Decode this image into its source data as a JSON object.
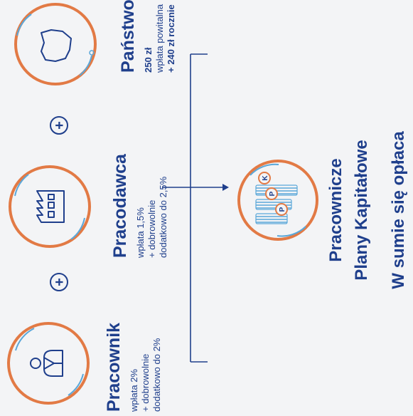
{
  "groups": [
    {
      "id": "pracownik",
      "title": "Pracownik",
      "lines": [
        "wpłata 2%",
        "+ dobrowolnie",
        "dodatkowo do 2%"
      ],
      "icon": "person-icon"
    },
    {
      "id": "pracodawca",
      "title": "Pracodawca",
      "lines": [
        "wpłata 1,5%",
        "+ dobrowolnie",
        "dodatkowo do 2,5%"
      ],
      "icon": "factory-icon"
    },
    {
      "id": "panstwo",
      "title": "Państwo",
      "lines": [
        "250 zł",
        "wpłata powitalna",
        "+ 240 zł rocznie"
      ],
      "icon": "map-icon"
    }
  ],
  "plus_symbol": "+",
  "result": {
    "title_line1": "Pracownicze",
    "title_line2": "Plany Kapitałowe",
    "subtitle": "W sumie się opłaca",
    "icon": "ppk-coins-icon",
    "icon_letters": [
      "P",
      "P",
      "K"
    ]
  },
  "colors": {
    "navy": "#1f3f8c",
    "orange": "#e27a45",
    "light_blue": "#5aa7d9",
    "background": "#f3f4f6"
  }
}
